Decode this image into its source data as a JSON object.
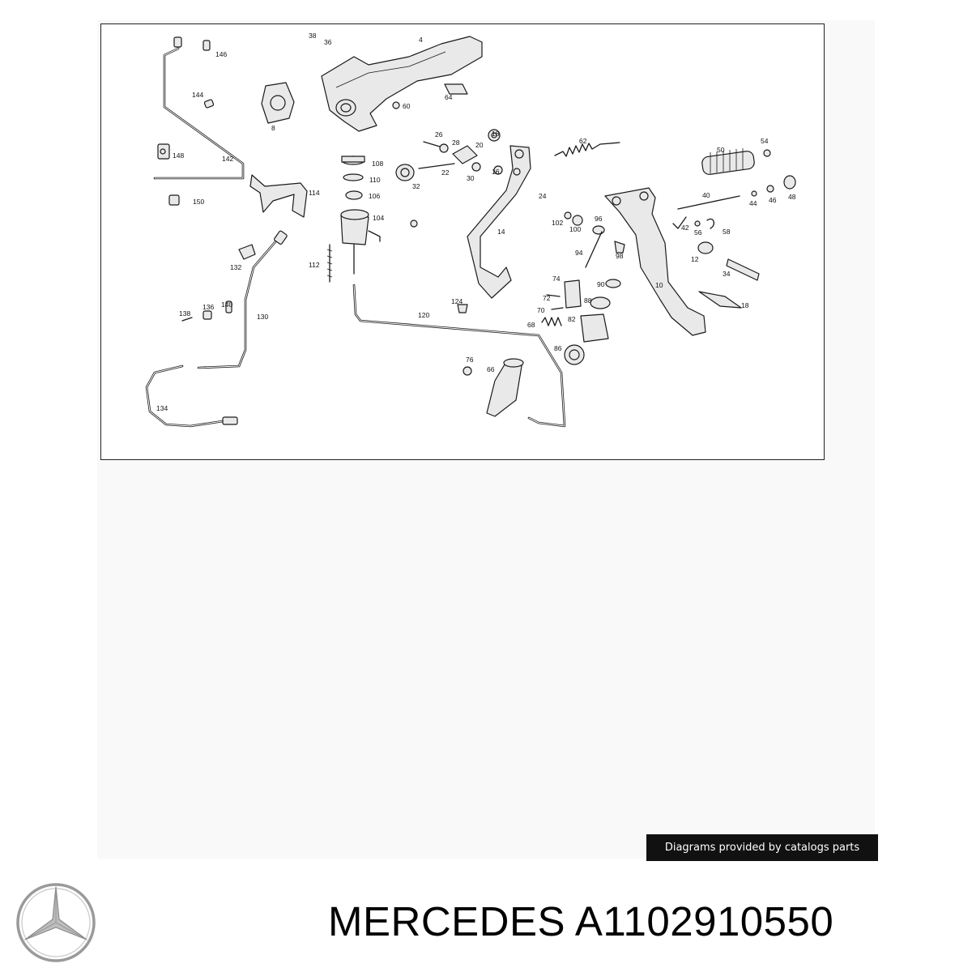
{
  "diagram": {
    "labels": [
      {
        "id": "p38",
        "text": "38"
      },
      {
        "id": "p36",
        "text": "36"
      },
      {
        "id": "p4",
        "text": "4"
      },
      {
        "id": "p146",
        "text": "146"
      },
      {
        "id": "p144",
        "text": "144"
      },
      {
        "id": "p8",
        "text": "8"
      },
      {
        "id": "p60",
        "text": "60"
      },
      {
        "id": "p64",
        "text": "64"
      },
      {
        "id": "p148",
        "text": "148"
      },
      {
        "id": "p142",
        "text": "142"
      },
      {
        "id": "p150",
        "text": "150"
      },
      {
        "id": "p114",
        "text": "114"
      },
      {
        "id": "p26",
        "text": "26"
      },
      {
        "id": "p28",
        "text": "28"
      },
      {
        "id": "p20",
        "text": "20"
      },
      {
        "id": "p18a",
        "text": "18"
      },
      {
        "id": "p62",
        "text": "62"
      },
      {
        "id": "p108",
        "text": "108"
      },
      {
        "id": "p110",
        "text": "110"
      },
      {
        "id": "p106",
        "text": "106"
      },
      {
        "id": "p104",
        "text": "104"
      },
      {
        "id": "p22",
        "text": "22"
      },
      {
        "id": "p32",
        "text": "32"
      },
      {
        "id": "p30",
        "text": "30"
      },
      {
        "id": "p16",
        "text": "16"
      },
      {
        "id": "p24",
        "text": "24"
      },
      {
        "id": "p14",
        "text": "14"
      },
      {
        "id": "p50",
        "text": "50"
      },
      {
        "id": "p54",
        "text": "54"
      },
      {
        "id": "p40",
        "text": "40"
      },
      {
        "id": "p44",
        "text": "44"
      },
      {
        "id": "p46",
        "text": "46"
      },
      {
        "id": "p48",
        "text": "48"
      },
      {
        "id": "p42",
        "text": "42"
      },
      {
        "id": "p56",
        "text": "56"
      },
      {
        "id": "p58",
        "text": "58"
      },
      {
        "id": "p102",
        "text": "102"
      },
      {
        "id": "p100",
        "text": "100"
      },
      {
        "id": "p96",
        "text": "96"
      },
      {
        "id": "p94",
        "text": "94"
      },
      {
        "id": "p98",
        "text": "98"
      },
      {
        "id": "p12",
        "text": "12"
      },
      {
        "id": "p34",
        "text": "34"
      },
      {
        "id": "p10",
        "text": "10"
      },
      {
        "id": "p18b",
        "text": "18"
      },
      {
        "id": "p112",
        "text": "112"
      },
      {
        "id": "p132",
        "text": "132"
      },
      {
        "id": "p74",
        "text": "74"
      },
      {
        "id": "p72",
        "text": "72"
      },
      {
        "id": "p90",
        "text": "90"
      },
      {
        "id": "p88",
        "text": "88"
      },
      {
        "id": "p70",
        "text": "70"
      },
      {
        "id": "p82",
        "text": "82"
      },
      {
        "id": "p68",
        "text": "68"
      },
      {
        "id": "p86",
        "text": "86"
      },
      {
        "id": "p124",
        "text": "124"
      },
      {
        "id": "p120",
        "text": "120"
      },
      {
        "id": "p138",
        "text": "138"
      },
      {
        "id": "p136",
        "text": "136"
      },
      {
        "id": "p140",
        "text": "140"
      },
      {
        "id": "p130",
        "text": "130"
      },
      {
        "id": "p76",
        "text": "76"
      },
      {
        "id": "p66",
        "text": "66"
      },
      {
        "id": "p134",
        "text": "134"
      }
    ]
  },
  "credit": "Diagrams provided by catalogs parts",
  "title": "MERCEDES A1102910550",
  "logo_icon": "mercedes-star-icon"
}
